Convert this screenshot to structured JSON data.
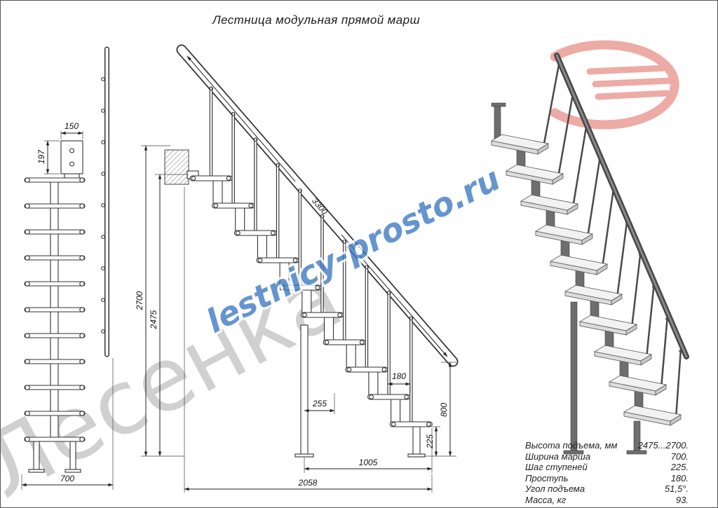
{
  "title": "Лестница модульная прямой марш",
  "watermarks": {
    "brand": "Лесенка",
    "site": "lestnicy-prosto.ru"
  },
  "front_view": {
    "dims": {
      "bracket_width": "150",
      "bracket_height": "197",
      "march_width": "700"
    }
  },
  "side_view": {
    "dims": {
      "rail_length": "3300",
      "total_height": "2700",
      "min_height": "2475",
      "tread_depth": "180",
      "post_offset": "255",
      "rail_end_height": "800",
      "step_height": "225",
      "base_run": "1005",
      "total_run": "2058"
    }
  },
  "specs": {
    "rows": [
      {
        "label": "Высота подъема, мм",
        "value": "2475...2700."
      },
      {
        "label": "Ширина марша",
        "value": "700."
      },
      {
        "label": "Шаг ступеней",
        "value": "225."
      },
      {
        "label": "Проступь",
        "value": "180."
      },
      {
        "label": "Угол подъема",
        "value": "51,5°."
      },
      {
        "label": "Масса, кг",
        "value": "93."
      }
    ]
  },
  "colors": {
    "line": "#333333",
    "watermark_gray": "#c8c8c8",
    "watermark_blue": "#3a78c2",
    "logo_red": "#dd5a4e"
  }
}
